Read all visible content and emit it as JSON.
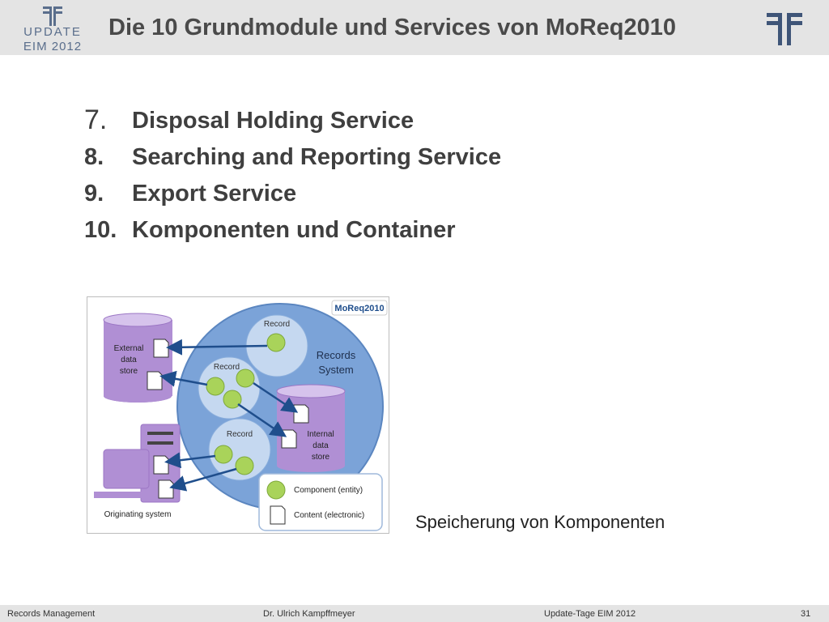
{
  "header": {
    "logo_word1": "UPDATE",
    "logo_word2": "EIM 2012",
    "title": "Die 10 Grundmodule und Services von MoReq2010"
  },
  "list": [
    {
      "num": "7.",
      "text": "Disposal Holding Service"
    },
    {
      "num": "8.",
      "text": "Searching and Reporting Service"
    },
    {
      "num": "9.",
      "text": "Export Service"
    },
    {
      "num": "10.",
      "text": "Komponenten und Container"
    }
  ],
  "diagram": {
    "logo": "MoReq2010",
    "external_store": [
      "External",
      "data",
      "store"
    ],
    "records_system": [
      "Records",
      "System"
    ],
    "record_top": "Record",
    "record_mid": "Record",
    "record_low": "Record",
    "internal_store": [
      "Internal",
      "data",
      "store"
    ],
    "originating_system": "Originating system",
    "legend_component": "Component (entity)",
    "legend_content": "Content (electronic)",
    "colors": {
      "circle": "#7ba3d8",
      "cylinder": "#b08fd4",
      "component": "#a9d35a"
    }
  },
  "caption": "Speicherung von Komponenten",
  "footer": {
    "left": "Records Management",
    "center": "Dr. Ulrich Kampffmeyer",
    "right": "Update-Tage EIM 2012",
    "page": "31"
  }
}
